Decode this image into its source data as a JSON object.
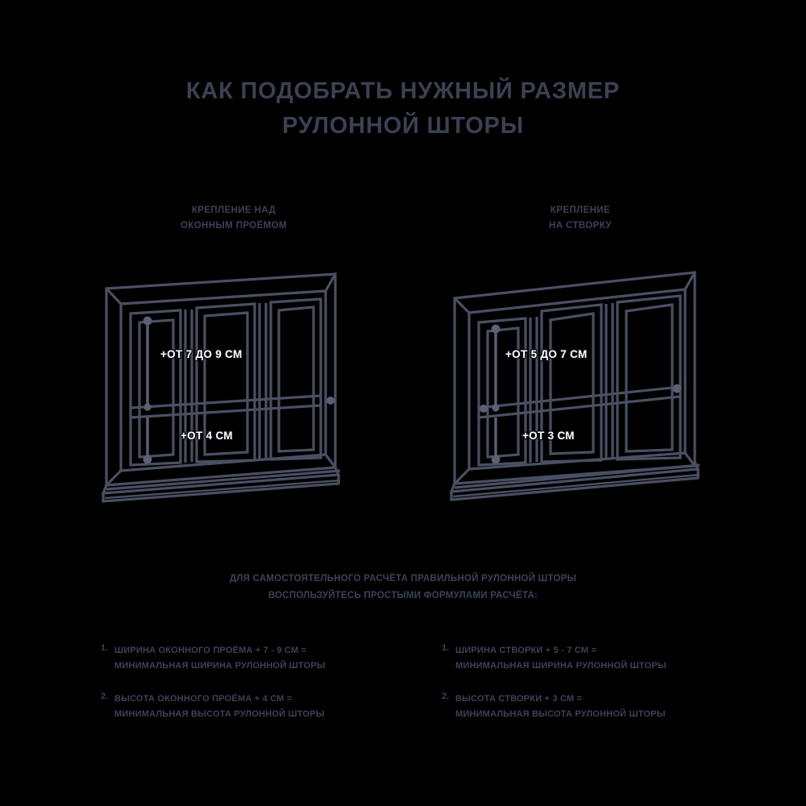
{
  "colors": {
    "background": "#000000",
    "text": "#3c4256",
    "line": "#4a4f63",
    "line_dark": "#373b4c",
    "label_text": "#ffffff",
    "label_outline": "#0c0e16"
  },
  "title": {
    "line1": "КАК ПОДОБРАТЬ НУЖНЫЙ РАЗМЕР",
    "line2": "РУЛОННОЙ ШТОРЫ"
  },
  "sections": {
    "left": {
      "heading_line1": "КРЕПЛЕНИЕ НАД",
      "heading_line2": "ОКОННЫМ ПРОЁМОМ",
      "dim_width": "+ОТ 7 ДО 9 СМ",
      "dim_height": "+ОТ 4 СМ"
    },
    "right": {
      "heading_line1": "КРЕПЛЕНИЕ",
      "heading_line2": "НА СТВОРКУ",
      "dim_width": "+ОТ 5 ДО 7 СМ",
      "dim_height": "+ОТ 3 СМ"
    }
  },
  "footer": {
    "intro_line1": "ДЛЯ САМОСТОЯТЕЛЬНОГО РАСЧЁТА ПРАВИЛЬНОЙ РУЛОННОЙ ШТОРЫ",
    "intro_line2": "ВОСПОЛЬЗУЙТЕСЬ ПРОСТЫМИ ФОРМУЛАМИ РАСЧЁТА:"
  },
  "formulas": {
    "left": [
      {
        "number": "1.",
        "line1": "ШИРИНА ОКОННОГО ПРОЁМА + 7 - 9 СМ =",
        "line2": "МИНИМАЛЬНАЯ ШИРИНА РУЛОННОЙ ШТОРЫ"
      },
      {
        "number": "2.",
        "line1": "ВЫСОТА ОКОННОГО ПРОЁМА + 4 СМ =",
        "line2": "МИНИМАЛЬНАЯ ВЫСОТА РУЛОННОЙ ШТОРЫ"
      }
    ],
    "right": [
      {
        "number": "1.",
        "line1": "ШИРИНА СТВОРКИ + 5 - 7 СМ =",
        "line2": "МИНИМАЛЬНАЯ ШИРИНА РУЛОННОЙ ШТОРЫ"
      },
      {
        "number": "2.",
        "line1": "ВЫСОТА СТВОРКИ + 3 СМ =",
        "line2": "МИНИМАЛЬНАЯ ВЫСОТА РУЛОННОЙ ШТОРЫ"
      }
    ]
  },
  "diagrams": {
    "left": {
      "name": "window-over-opening",
      "panes": 3,
      "measure_from": "opening-frame"
    },
    "right": {
      "name": "window-on-sash",
      "panes": 3,
      "measure_from": "sash"
    }
  }
}
